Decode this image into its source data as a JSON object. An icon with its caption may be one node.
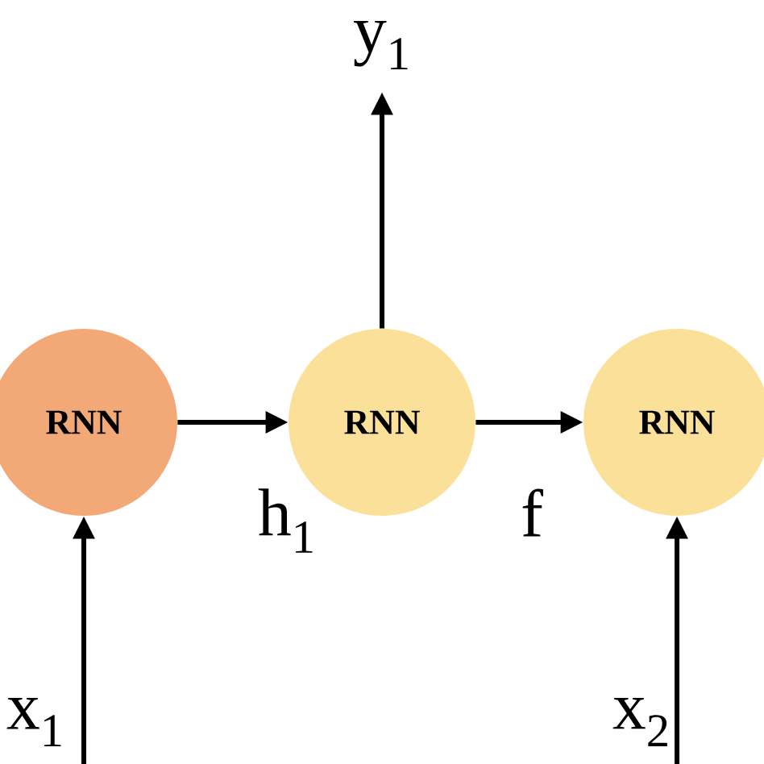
{
  "diagram": {
    "nodes": [
      {
        "text": [
          "RNN"
        ]
      },
      {
        "text": [
          "RNN"
        ]
      },
      {
        "text": [
          "RNN"
        ]
      },
      {
        "text": [
          "y$_{1}$"
        ]
      },
      {
        "text": [
          "x$_{1}$"
        ]
      },
      {
        "text": [
          "x$_{2}$"
        ]
      }
    ],
    "edges": [
      {
        "from": 0,
        "to": 1,
        "arrow": "to",
        "label": "h$_{1}$"
      },
      {
        "from": 1,
        "to": 2,
        "arrow": "to",
        "label": "f"
      },
      {
        "from": 1,
        "to": 3,
        "arrow": "to"
      },
      {
        "from": 4,
        "to": 0,
        "arrow": "to"
      },
      {
        "from": 5,
        "to": 2,
        "arrow": "to"
      }
    ]
  }
}
